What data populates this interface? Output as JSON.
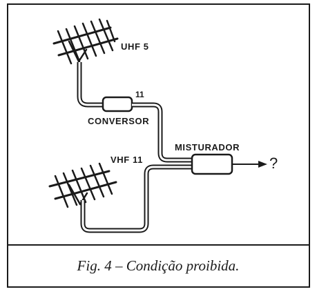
{
  "labels": {
    "uhf": "UHF 5",
    "conversor_channel": "11",
    "conversor": "CONVERSOR",
    "misturador": "MISTURADOR",
    "vhf": "VHF 11",
    "output_mark": "?"
  },
  "caption": "Fig. 4 – Condição proibida."
}
